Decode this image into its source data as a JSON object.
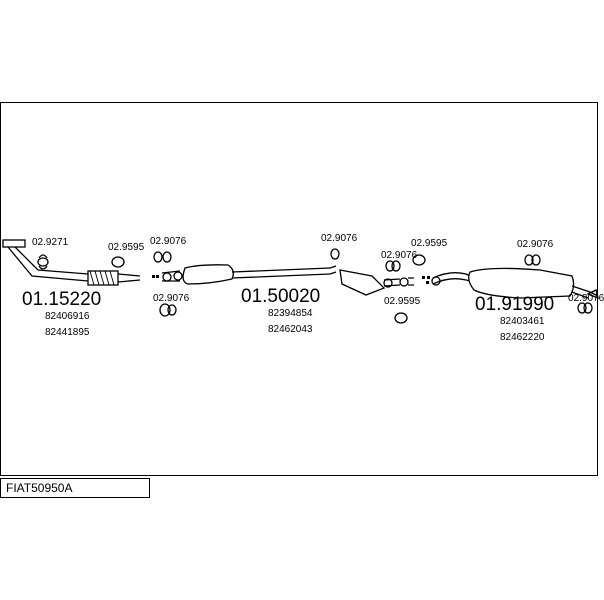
{
  "title": "FIAT50950A",
  "parts": [
    {
      "number": "01.15220",
      "oem": [
        "82406916",
        "82441895"
      ]
    },
    {
      "number": "01.50020",
      "oem": [
        "82394854",
        "82462043"
      ]
    },
    {
      "number": "01.91990",
      "oem": [
        "82403461",
        "82462220"
      ]
    }
  ],
  "small_labels": [
    "02.9271",
    "02.9595",
    "02.9076",
    "02.9076",
    "02.9076",
    "02.9076",
    "02.9595",
    "02.9595",
    "02.9076",
    "02.9076"
  ]
}
